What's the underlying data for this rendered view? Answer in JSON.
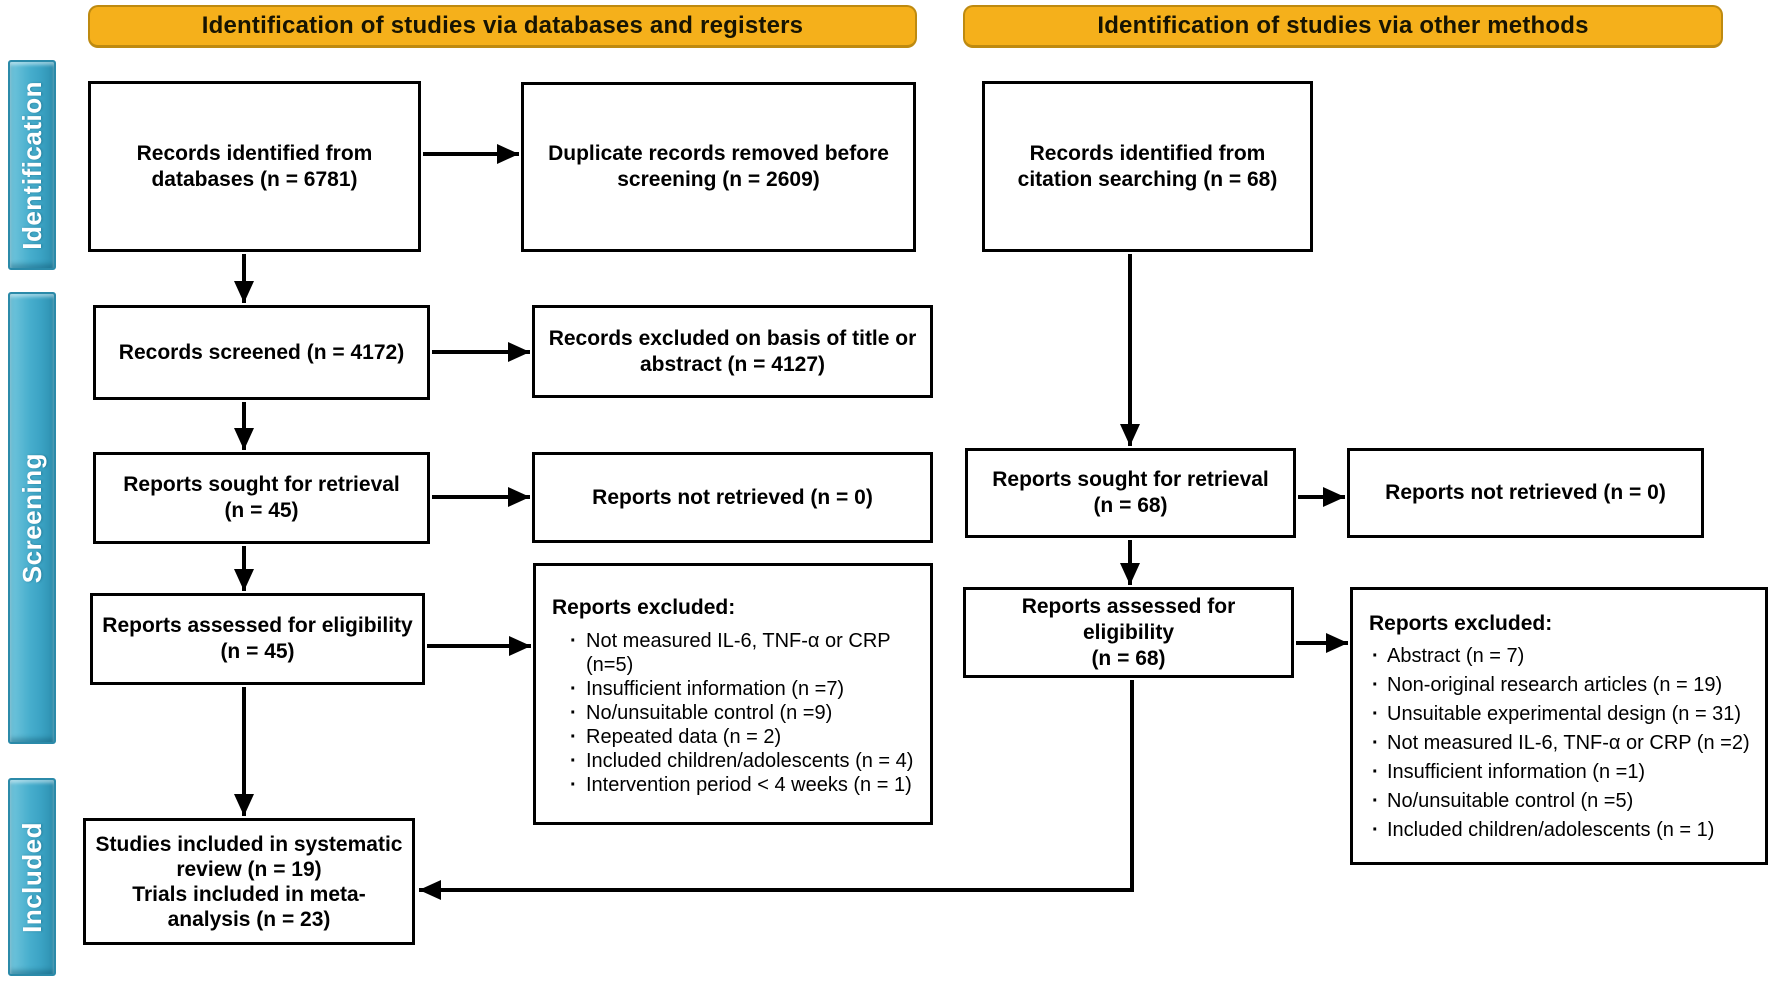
{
  "banners": {
    "left_label": "Identification of studies via databases and registers",
    "right_label": "Identification of studies via other methods",
    "fill_color": "#F5B01B",
    "border_color": "#BE8A10",
    "text_color": "#171402"
  },
  "sidebar": {
    "fill_color": "#41AAC9",
    "text_color": "#FFFFFF",
    "identification_label": "Identification",
    "screening_label": "Screening",
    "included_label": "Included"
  },
  "databases_column": {
    "records_identified": {
      "line1": "Records identified from",
      "line2": "databases (n = 6781)"
    },
    "duplicates_removed": {
      "line1": "Duplicate records removed before",
      "line2": "screening (n = 2609)"
    },
    "records_screened": {
      "line1": "Records screened (n = 4172)"
    },
    "records_excluded_title_abstract": {
      "line1": "Records excluded on basis of title or",
      "line2": "abstract (n = 4127)"
    },
    "reports_sought": {
      "line1": "Reports sought for retrieval",
      "line2": "(n = 45)"
    },
    "reports_not_retrieved": {
      "line1": "Reports not retrieved (n = 0)"
    },
    "reports_assessed": {
      "line1": "Reports assessed for eligibility",
      "line2": "(n = 45)"
    },
    "reports_excluded": {
      "heading": "Reports excluded:",
      "items": [
        "Not measured IL-6, TNF-α or CRP (n=5)",
        "Insufficient information (n =7)",
        "No/unsuitable control (n =9)",
        "Repeated data (n = 2)",
        "Included children/adolescents (n = 4)",
        "Intervention period < 4 weeks (n = 1)"
      ]
    },
    "studies_included": {
      "line1": "Studies included in systematic",
      "line2": "review (n = 19)",
      "line3": "Trials included in meta-",
      "line4": "analysis (n = 23)"
    }
  },
  "other_methods_column": {
    "records_identified": {
      "line1": "Records identified from",
      "line2": "citation searching (n = 68)"
    },
    "reports_sought": {
      "line1": "Reports sought for retrieval",
      "line2": "(n = 68)"
    },
    "reports_not_retrieved": {
      "line1": "Reports not retrieved (n = 0)"
    },
    "reports_assessed": {
      "line1": "Reports assessed for eligibility",
      "line2": "(n = 68)"
    },
    "reports_excluded": {
      "heading": "Reports excluded:",
      "items": [
        "Abstract (n = 7)",
        "Non-original research articles (n = 19)",
        "Unsuitable experimental design (n = 31)",
        "Not measured IL-6, TNF-α or CRP (n =2)",
        "Insufficient information (n =1)",
        "No/unsuitable control (n =5)",
        "Included children/adolescents (n = 1)"
      ]
    }
  },
  "style": {
    "arrow_color": "#000000",
    "box_border_color": "#000000",
    "background_color": "#FFFFFF"
  }
}
